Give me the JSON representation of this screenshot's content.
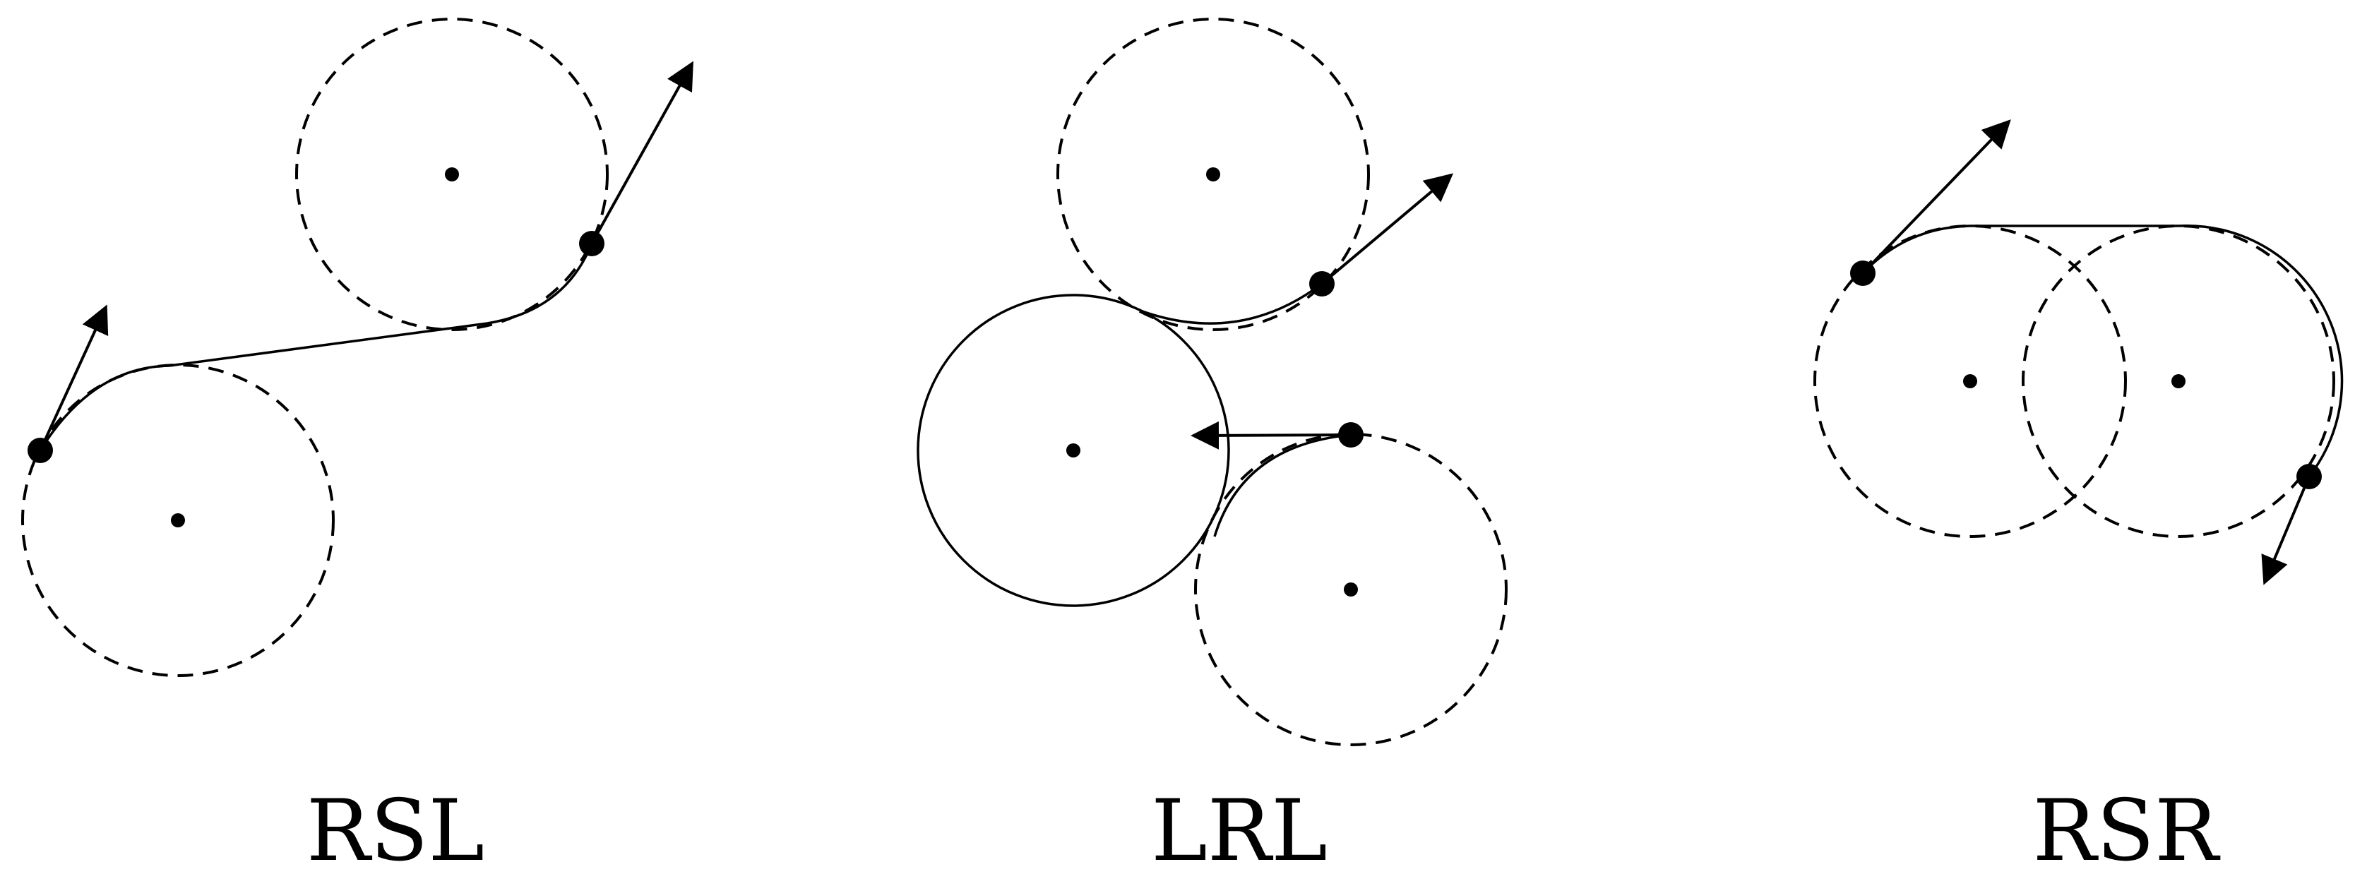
{
  "colors": {
    "ink": "#000000",
    "background": "#ffffff"
  },
  "panels": [
    {
      "id": "rsl",
      "label": "RSL"
    },
    {
      "id": "lrl",
      "label": "LRL"
    },
    {
      "id": "rsr",
      "label": "RSR"
    }
  ]
}
